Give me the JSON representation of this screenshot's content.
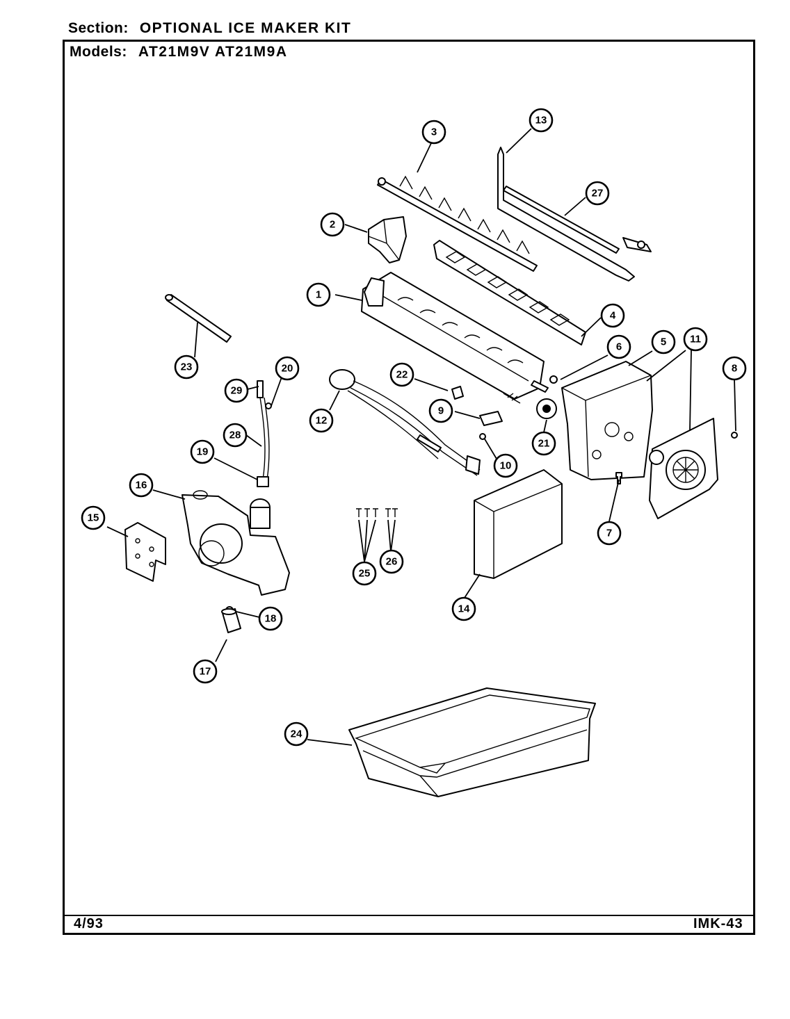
{
  "header": {
    "section_label": "Section:",
    "section_value": "OPTIONAL ICE MAKER KIT",
    "models_label": "Models:",
    "models_value": "AT21M9V AT21M9A"
  },
  "footer": {
    "date": "4/93",
    "page_code": "IMK-43"
  },
  "callouts": [
    {
      "id": "c1",
      "label": "1"
    },
    {
      "id": "c2",
      "label": "2"
    },
    {
      "id": "c3",
      "label": "3"
    },
    {
      "id": "c4",
      "label": "4"
    },
    {
      "id": "c5",
      "label": "5"
    },
    {
      "id": "c6",
      "label": "6"
    },
    {
      "id": "c7",
      "label": "7"
    },
    {
      "id": "c8",
      "label": "8"
    },
    {
      "id": "c9",
      "label": "9"
    },
    {
      "id": "c10",
      "label": "10"
    },
    {
      "id": "c11",
      "label": "11"
    },
    {
      "id": "c12",
      "label": "12"
    },
    {
      "id": "c13",
      "label": "13"
    },
    {
      "id": "c14",
      "label": "14"
    },
    {
      "id": "c15",
      "label": "15"
    },
    {
      "id": "c16",
      "label": "16"
    },
    {
      "id": "c17",
      "label": "17"
    },
    {
      "id": "c18",
      "label": "18"
    },
    {
      "id": "c19",
      "label": "19"
    },
    {
      "id": "c20",
      "label": "20"
    },
    {
      "id": "c21",
      "label": "21"
    },
    {
      "id": "c22",
      "label": "22"
    },
    {
      "id": "c23",
      "label": "23"
    },
    {
      "id": "c24",
      "label": "24"
    },
    {
      "id": "c25",
      "label": "25"
    },
    {
      "id": "c26",
      "label": "26"
    },
    {
      "id": "c27",
      "label": "27"
    },
    {
      "id": "c28",
      "label": "28"
    },
    {
      "id": "c29",
      "label": "29"
    }
  ]
}
